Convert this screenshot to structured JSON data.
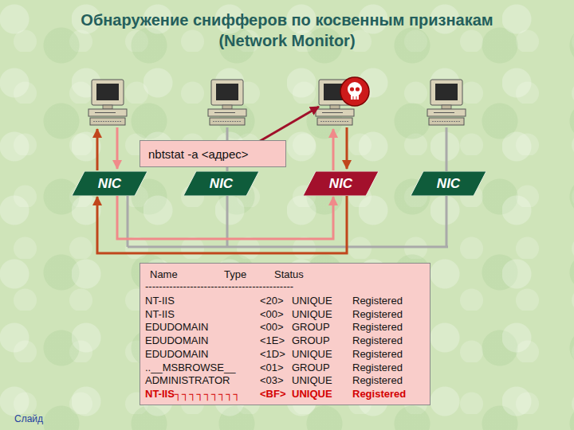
{
  "diagram": {
    "title": "Обнаружение снифферов по косвенным признакам (Network Monitor)",
    "nodes": [
      {
        "text": [
          "nbtstat  -a <адрес>"
        ]
      },
      {
        "text": [
          "NIC"
        ]
      },
      {
        "text": [
          "NIC"
        ]
      },
      {
        "text": [
          "NIC"
        ]
      },
      {
        "text": [
          "NIC"
        ]
      },
      {
        "text": [
          "Name",
          "Type",
          "Status",
          "-------------------------------------------",
          "NT-IIS",
          "<20>",
          "UNIQUE",
          "Registered",
          "NT-IIS",
          "<00>",
          "UNIQUE",
          "Registered",
          "EDUDOMAIN",
          "<00>",
          "GROUP",
          "Registered",
          "EDUDOMAIN",
          "<1E>",
          "GROUP",
          "Registered",
          "EDUDOMAIN",
          "<1D>",
          "UNIQUE",
          "Registered",
          "..__MSBROWSE__",
          "<01>",
          "GROUP",
          "Registered",
          "ADMINISTRATOR",
          "<03>",
          "UNIQUE",
          "Registered",
          "NT-IIS┐┐┐┐┐┐┐┐┐",
          "<BF>",
          "UNIQUE",
          "Registered"
        ]
      }
    ],
    "edges": [
      {
        "from": 1,
        "to": 3,
        "arrow": "to"
      },
      {
        "from": 3,
        "to": 1,
        "arrow": "to"
      }
    ],
    "labels": [
      "Слайд"
    ]
  }
}
